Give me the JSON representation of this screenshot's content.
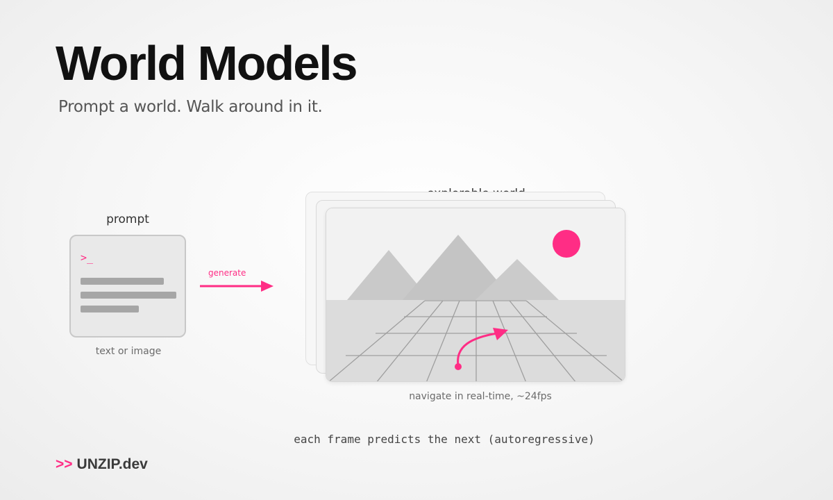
{
  "header": {
    "title": "World Models",
    "subtitle": "Prompt a world. Walk around in it."
  },
  "prompt": {
    "label": "prompt",
    "cursor": ">_",
    "caption": "text or image"
  },
  "arrow": {
    "label": "generate"
  },
  "world": {
    "label": "explorable world",
    "caption": "navigate in real-time, ~24fps"
  },
  "footer": {
    "note": "each frame predicts the next (autoregressive)",
    "brand_prefix": ">>",
    "brand_name": "UNZIP.dev"
  },
  "colors": {
    "accent": "#ff2d85",
    "card_fill": "#e9e9e9",
    "mountain": "#c7c7c7",
    "ground": "#dcdcdc"
  }
}
